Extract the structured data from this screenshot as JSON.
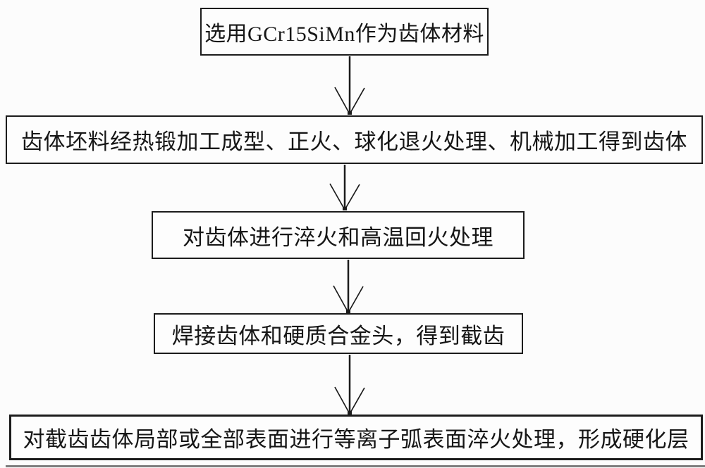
{
  "flowchart": {
    "steps": [
      {
        "label": "选用GCr15SiMn作为齿体材料"
      },
      {
        "label": "齿体坯料经热锻加工成型、正火、球化退火处理、机械加工得到齿体"
      },
      {
        "label": "对齿体进行淬火和高温回火处理"
      },
      {
        "label": "焊接齿体和硬质合金头，得到截齿"
      },
      {
        "label": "对截齿齿体局部或全部表面进行等离子弧表面淬火处理，形成硬化层"
      }
    ]
  },
  "colors": {
    "background": "#fcfcfc",
    "box_border": "#1c1c1c",
    "text": "#161616",
    "arrow": "#1c1c1c",
    "scan_artifact_line": "#7d7d7d"
  }
}
